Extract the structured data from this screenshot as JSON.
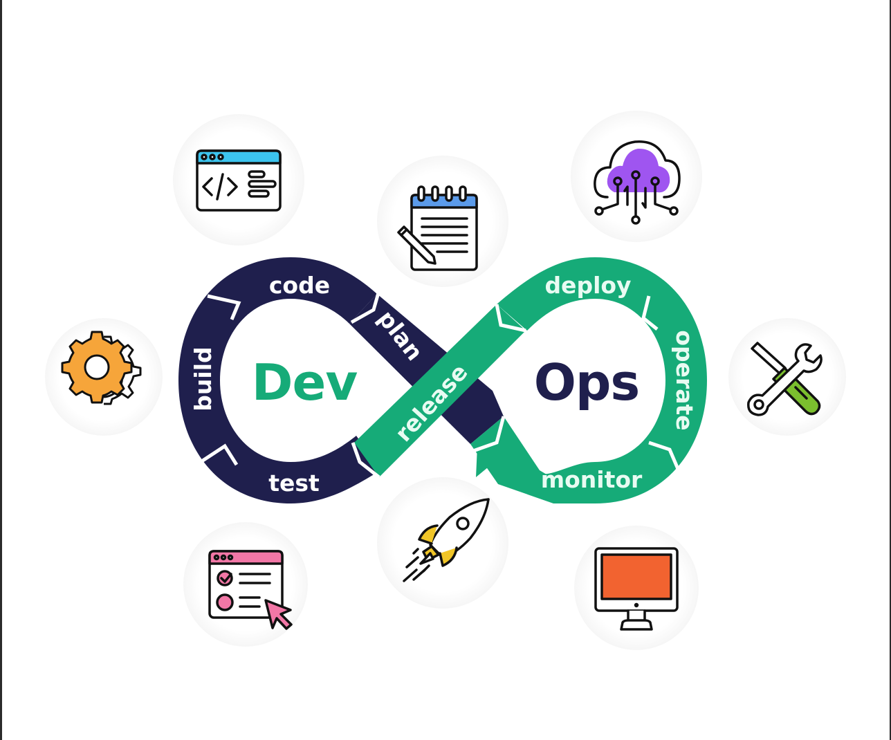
{
  "diagram": {
    "title_left": "Dev",
    "title_right": "Ops",
    "colors": {
      "dev_loop": "#1f1f4d",
      "ops_loop": "#16ab78",
      "dev_text": "#16ab78",
      "ops_text": "#1f1f4d",
      "separator": "#ffffff"
    },
    "dev_stages": [
      {
        "label": "code"
      },
      {
        "label": "build"
      },
      {
        "label": "test"
      },
      {
        "label": "plan"
      }
    ],
    "ops_stages": [
      {
        "label": "release"
      },
      {
        "label": "deploy"
      },
      {
        "label": "operate"
      },
      {
        "label": "monitor"
      }
    ]
  },
  "icons": [
    {
      "name": "code-window-icon",
      "stage": "code",
      "accent": "#3cc4ee"
    },
    {
      "name": "notepad-plan-icon",
      "stage": "plan",
      "accent": "#5b9bea"
    },
    {
      "name": "cloud-network-icon",
      "stage": "deploy",
      "accent": "#9f55f0"
    },
    {
      "name": "gears-icon",
      "stage": "build",
      "accent": "#f6a53a"
    },
    {
      "name": "tools-icon",
      "stage": "operate",
      "accent": "#7bbf2e"
    },
    {
      "name": "test-checklist-icon",
      "stage": "test",
      "accent": "#f277a6"
    },
    {
      "name": "rocket-icon",
      "stage": "release",
      "accent": "#f0c527"
    },
    {
      "name": "monitor-screen-icon",
      "stage": "monitor",
      "accent": "#f26330"
    }
  ]
}
